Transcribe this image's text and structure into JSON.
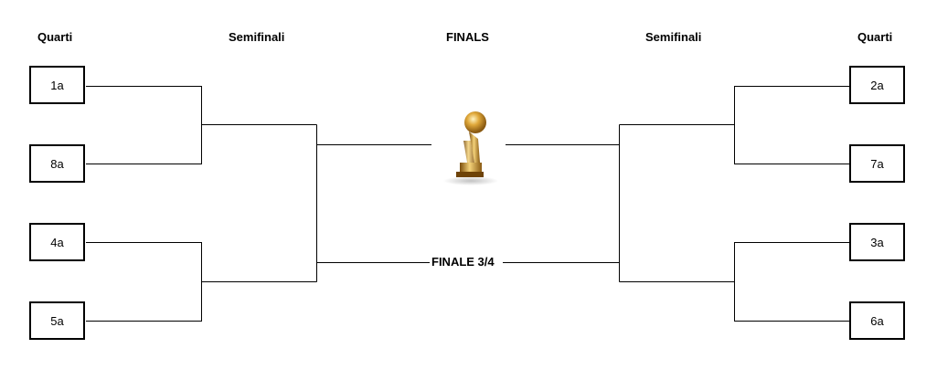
{
  "headers": {
    "left_quarters": "Quarti",
    "left_semis": "Semifinali",
    "finals": "FINALS",
    "right_semis": "Semifinali",
    "right_quarters": "Quarti"
  },
  "left_seeds": [
    "1a",
    "8a",
    "4a",
    "5a"
  ],
  "right_seeds": [
    "2a",
    "7a",
    "3a",
    "6a"
  ],
  "third_place_label": "FINALE 3/4",
  "trophy_icon": "trophy-icon"
}
